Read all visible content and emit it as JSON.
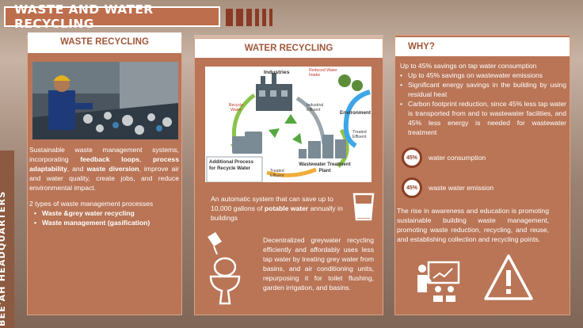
{
  "header": {
    "title": "WASTE AND WATER RECYCLING",
    "side_label": "BEE'AH HEADQUARTERS"
  },
  "waste": {
    "heading": "WASTE RECYCLING",
    "para_1": "Sustainable waste management systems, incorporating ",
    "kw_1": "feedback loops",
    "para_2": ", ",
    "kw_2": "process adaptability",
    "para_3": ", and ",
    "kw_3": "waste diversion",
    "para_4": ", improve air and water quality, create jobs, and reduce environmental impact.",
    "types_intro": "2 types of waste management processes",
    "types": [
      "Waste &grey water recycling",
      "Waste management (gasification)"
    ]
  },
  "water": {
    "heading": "WATER RECYCLING",
    "diagram": {
      "industries": "Industries",
      "reduced_intake": "Reduced Water Intake",
      "recycle_water": "Recycle Water",
      "industrial_effluent": "Industrial Effluent",
      "environment": "Environment",
      "treated_effluent_right": "Treated Effluent",
      "treated_effluent_bottom": "Treated Effluent",
      "additional_process": "Additional Process for Recycle Water",
      "treatment_plant": "Wastewater Treatment Plant"
    },
    "auto_1": "An automatic system that can save up to 10,000 gallons of ",
    "auto_kw": "potable water",
    "auto_2": " annually in buildings",
    "grey": "Decentralized greywater recycling efficiently and affordably uses less tap water by treating grey water from basins, and air conditioning units, repurposing it for toilet flushing, garden irrigation, and basins."
  },
  "why": {
    "heading": "WHY?",
    "intro": "Up to 45% savings on tap water consumption",
    "bullets": [
      "Up to 45% savings on wastewater emissions",
      "Significant energy savings in the building by using residual heat",
      "Carbon footprint reduction, since 45% less tap water is transported from and to wastewater facilities, and 45% less energy is needed for wastewater treatment"
    ],
    "metrics": [
      {
        "value": "45%",
        "label": "water consumption"
      },
      {
        "value": "45%",
        "label": "waste water emission"
      }
    ],
    "closing": "The rise in awareness and education is promoting sustainable building waste management, promoting waste reduction, recycling, and reuse, and establishing collection and recycling points."
  },
  "colors": {
    "panel": "#b97556",
    "accent": "#8a3a24",
    "title_bar": "#bd6e4c"
  }
}
